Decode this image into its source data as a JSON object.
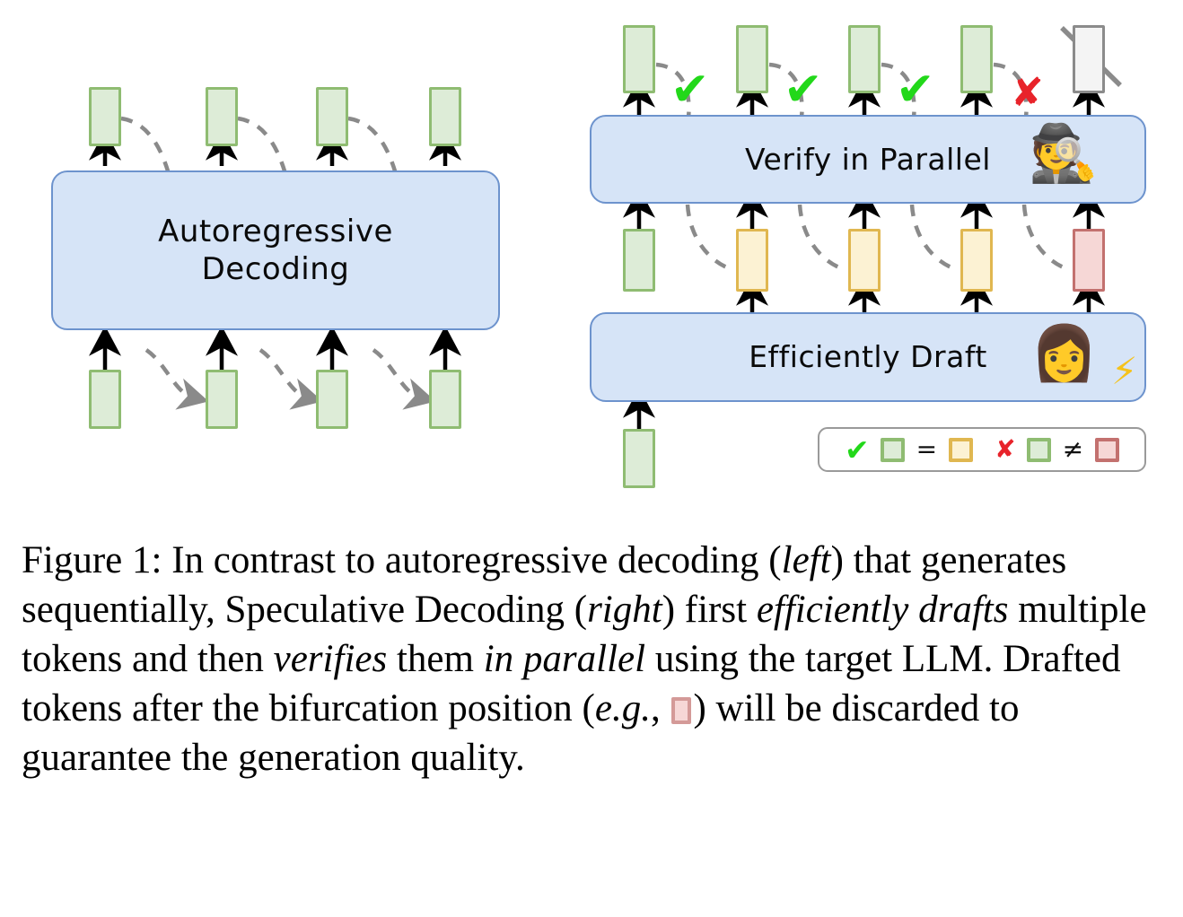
{
  "figure": {
    "number": "Figure 1",
    "caption_parts": [
      {
        "t": "Figure 1: In contrast to autoregressive decoding (",
        "i": false
      },
      {
        "t": "left",
        "i": true
      },
      {
        "t": ") that generates sequentially, Speculative Decoding (",
        "i": false
      },
      {
        "t": "right",
        "i": true
      },
      {
        "t": ") first ",
        "i": false
      },
      {
        "t": "efficiently drafts",
        "i": true
      },
      {
        "t": " multiple tokens and then ",
        "i": false
      },
      {
        "t": "verifies",
        "i": true
      },
      {
        "t": " them ",
        "i": false
      },
      {
        "t": "in parallel",
        "i": true
      },
      {
        "t": " using the target LLM. Drafted tokens after the bifurcation position (",
        "i": false
      },
      {
        "t": "e.g.",
        "i": true
      },
      {
        "t": ", ",
        "i": false
      },
      {
        "t": "__SWATCH__",
        "i": false
      },
      {
        "t": ") will be discarded to guarantee the generation quality.",
        "i": false
      }
    ],
    "caption_plain": "Figure 1: In contrast to autoregressive decoding (left) that generates sequentially, Speculative Decoding (right) first efficiently drafts multiple tokens and then verifies them in parallel using the target LLM. Drafted tokens after the bifurcation position (e.g., [red-token]) will be discarded to guarantee the generation quality."
  },
  "left_panel": {
    "name": "autoregressive-decoding",
    "box_label": "Autoregressive\nDecoding",
    "output_tokens": [
      {
        "index": 0,
        "color": "green"
      },
      {
        "index": 1,
        "color": "green"
      },
      {
        "index": 2,
        "color": "green"
      },
      {
        "index": 3,
        "color": "green"
      }
    ],
    "input_tokens": [
      {
        "index": 0,
        "color": "green"
      },
      {
        "index": 1,
        "color": "green"
      },
      {
        "index": 2,
        "color": "green"
      },
      {
        "index": 3,
        "color": "green"
      }
    ]
  },
  "right_panel": {
    "verify": {
      "name": "verify-in-parallel",
      "box_label": "Verify in Parallel",
      "emoji": "detective-icon",
      "emoji_glyph": "🕵",
      "output_tokens": [
        {
          "index": 0,
          "color": "green"
        },
        {
          "index": 1,
          "color": "green"
        },
        {
          "index": 2,
          "color": "green"
        },
        {
          "index": 3,
          "color": "green"
        },
        {
          "index": 4,
          "color": "grey",
          "discarded": true
        }
      ],
      "marks": [
        {
          "index": 0,
          "type": "check",
          "glyph": "✔"
        },
        {
          "index": 1,
          "type": "check",
          "glyph": "✔"
        },
        {
          "index": 2,
          "type": "check",
          "glyph": "✔"
        },
        {
          "index": 3,
          "type": "cross",
          "glyph": "✘"
        }
      ]
    },
    "draft": {
      "name": "efficiently-draft",
      "box_label": "Efficiently Draft",
      "emoji": "student-reading-icon",
      "emoji_glyph": "👩",
      "bolt_icon": "lightning-bolt-icon",
      "bolt_glyph": "⚡",
      "draft_tokens": [
        {
          "index": 0,
          "color": "green"
        },
        {
          "index": 1,
          "color": "yellow"
        },
        {
          "index": 2,
          "color": "yellow"
        },
        {
          "index": 3,
          "color": "yellow"
        },
        {
          "index": 4,
          "color": "red"
        }
      ],
      "prefix_token": {
        "index": 0,
        "color": "green"
      }
    }
  },
  "legend": {
    "name": "legend",
    "entries": [
      {
        "mark": "✔",
        "mark_type": "check",
        "left_swatch": "green",
        "op": "=",
        "right_swatch": "yellow"
      },
      {
        "mark": "✘",
        "mark_type": "cross",
        "left_swatch": "green",
        "op": "≠",
        "right_swatch": "red"
      }
    ]
  },
  "colors": {
    "token_green_fill": "#ddecd7",
    "token_green_border": "#8fbc72",
    "token_yellow_fill": "#fcf2d3",
    "token_yellow_border": "#e0b750",
    "token_red_fill": "#f6d7d6",
    "token_red_border": "#c3716f",
    "token_grey_fill": "#f4f4f4",
    "token_grey_border": "#8b8b8b",
    "process_box_fill": "#d6e4f7",
    "process_box_border": "#6d93cd",
    "check_green": "#22d81a",
    "cross_red": "#e8232a",
    "dashed_arrow": "#8a8a8a"
  }
}
